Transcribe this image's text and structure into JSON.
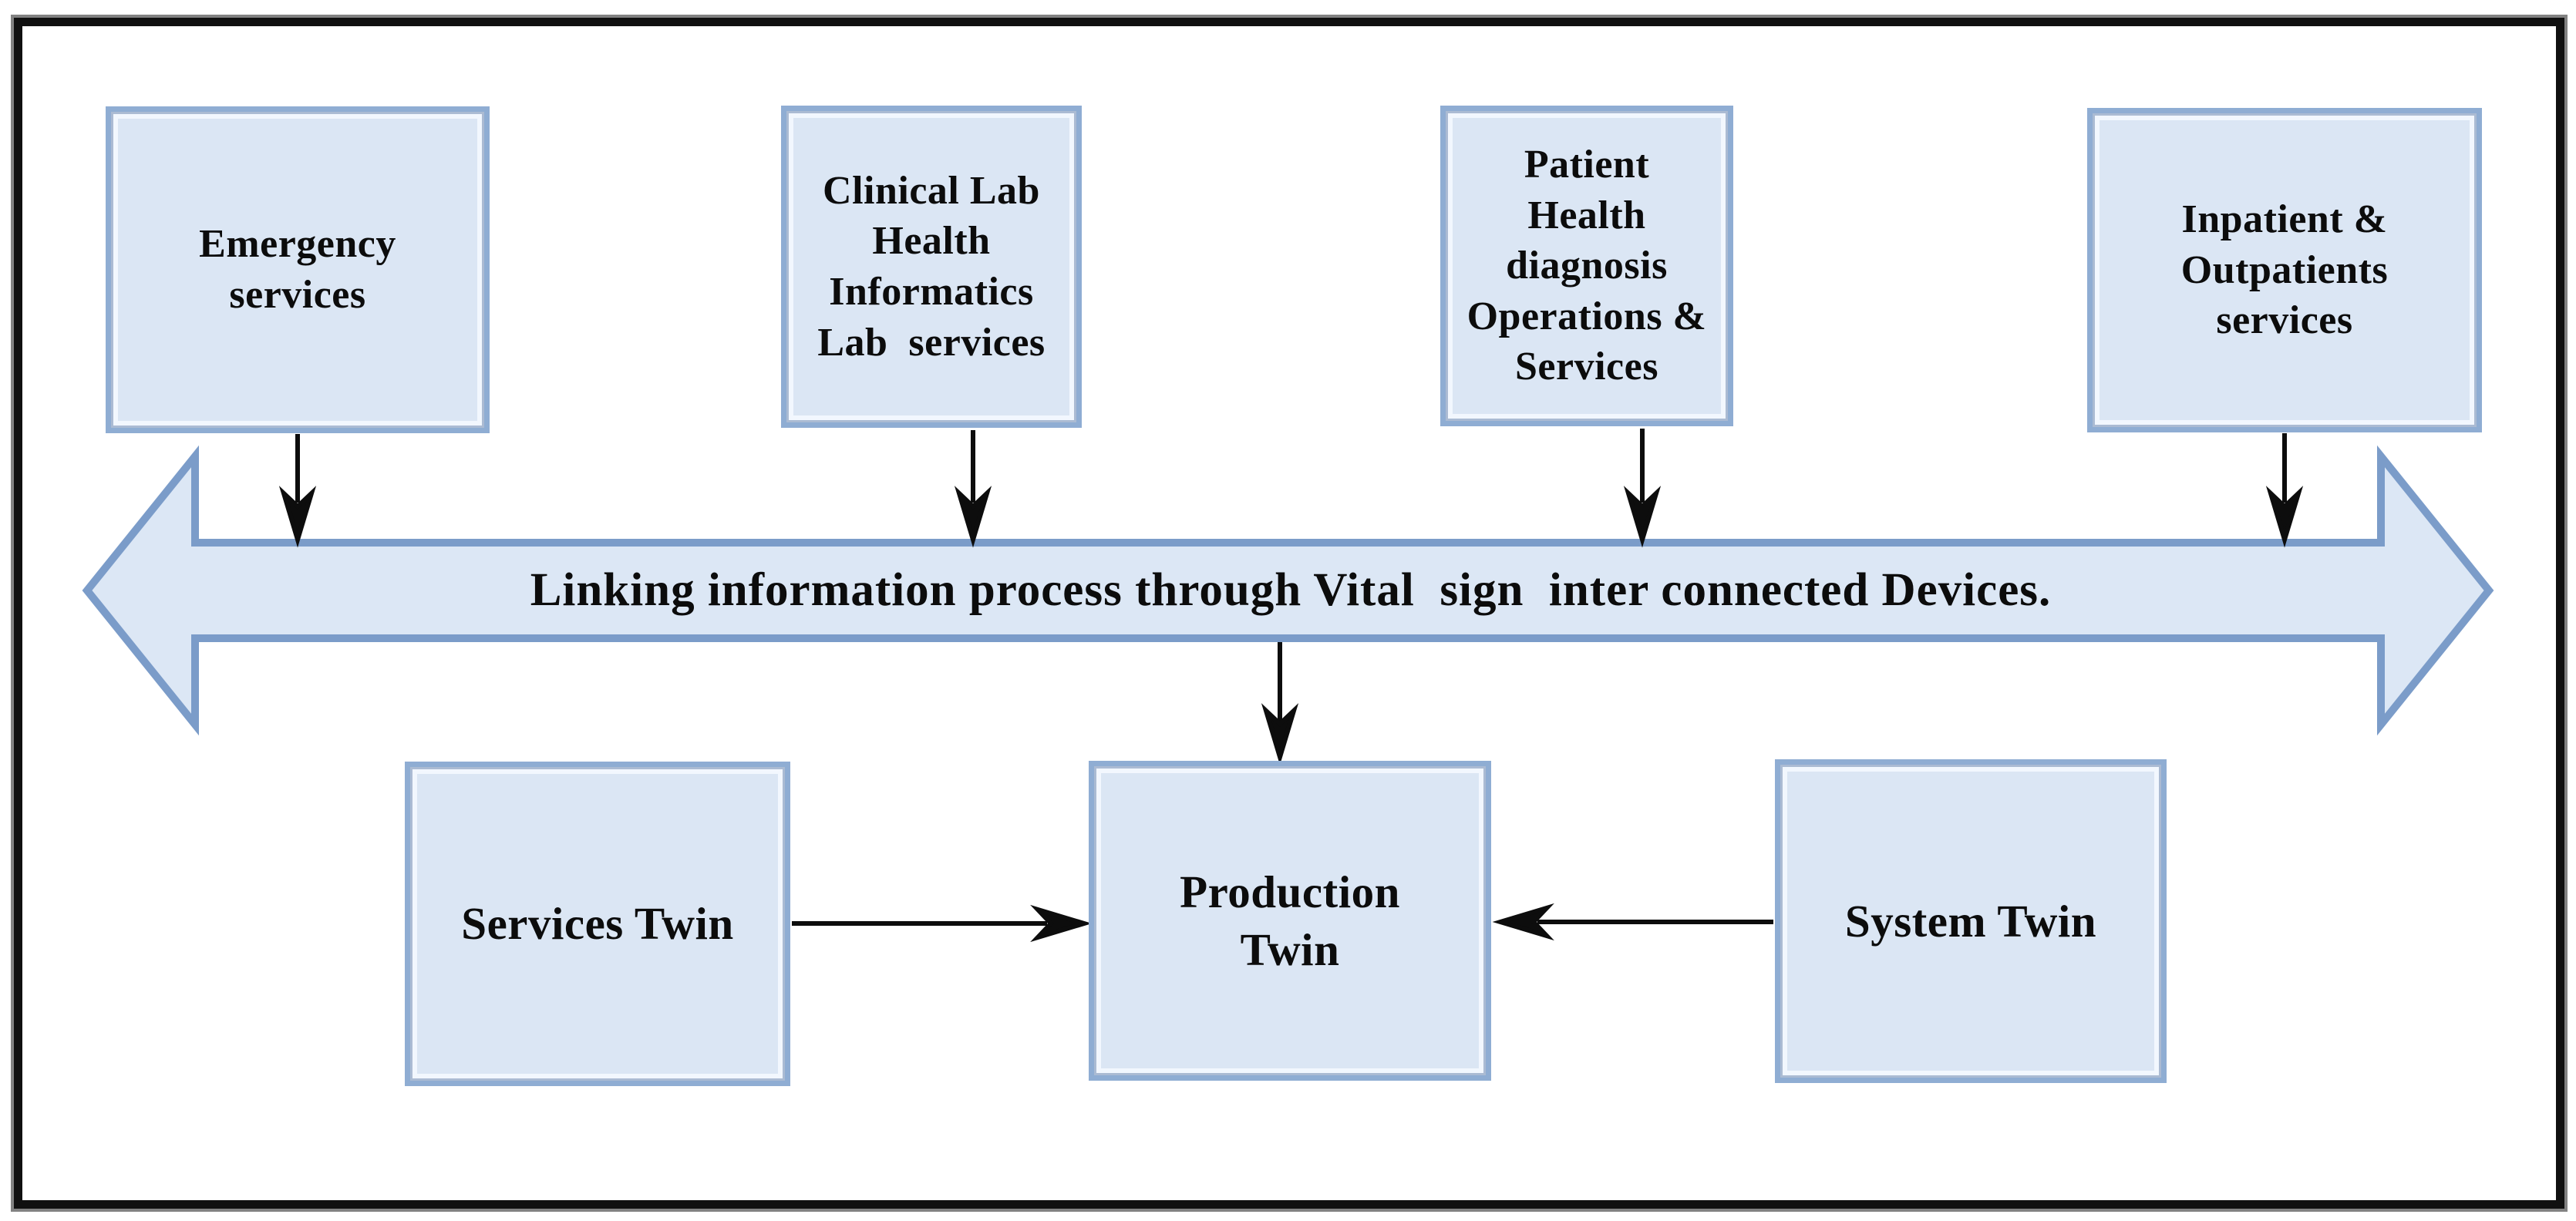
{
  "diagram": {
    "top_boxes": [
      {
        "label": "Emergency\nservices"
      },
      {
        "label": "Clinical Lab\nHealth\nInformatics\nLab  services"
      },
      {
        "label": "Patient\nHealth\ndiagnosis\nOperations &\nServices"
      },
      {
        "label": "Inpatient &\nOutpatients\nservices"
      }
    ],
    "banner": {
      "label": "Linking information process through Vital  sign  inter connected Devices."
    },
    "bottom_boxes": [
      {
        "label": "Services Twin"
      },
      {
        "label": "Production\nTwin"
      },
      {
        "label": "System Twin"
      }
    ]
  },
  "colors": {
    "box_fill": "#dbe6f4",
    "box_border": "#8fadd3",
    "banner_fill": "#dce7f5",
    "banner_border": "#7b9cc9",
    "arrow_color": "#0d0d0d",
    "text_color": "#0c0c0c",
    "frame_color": "#101010"
  }
}
